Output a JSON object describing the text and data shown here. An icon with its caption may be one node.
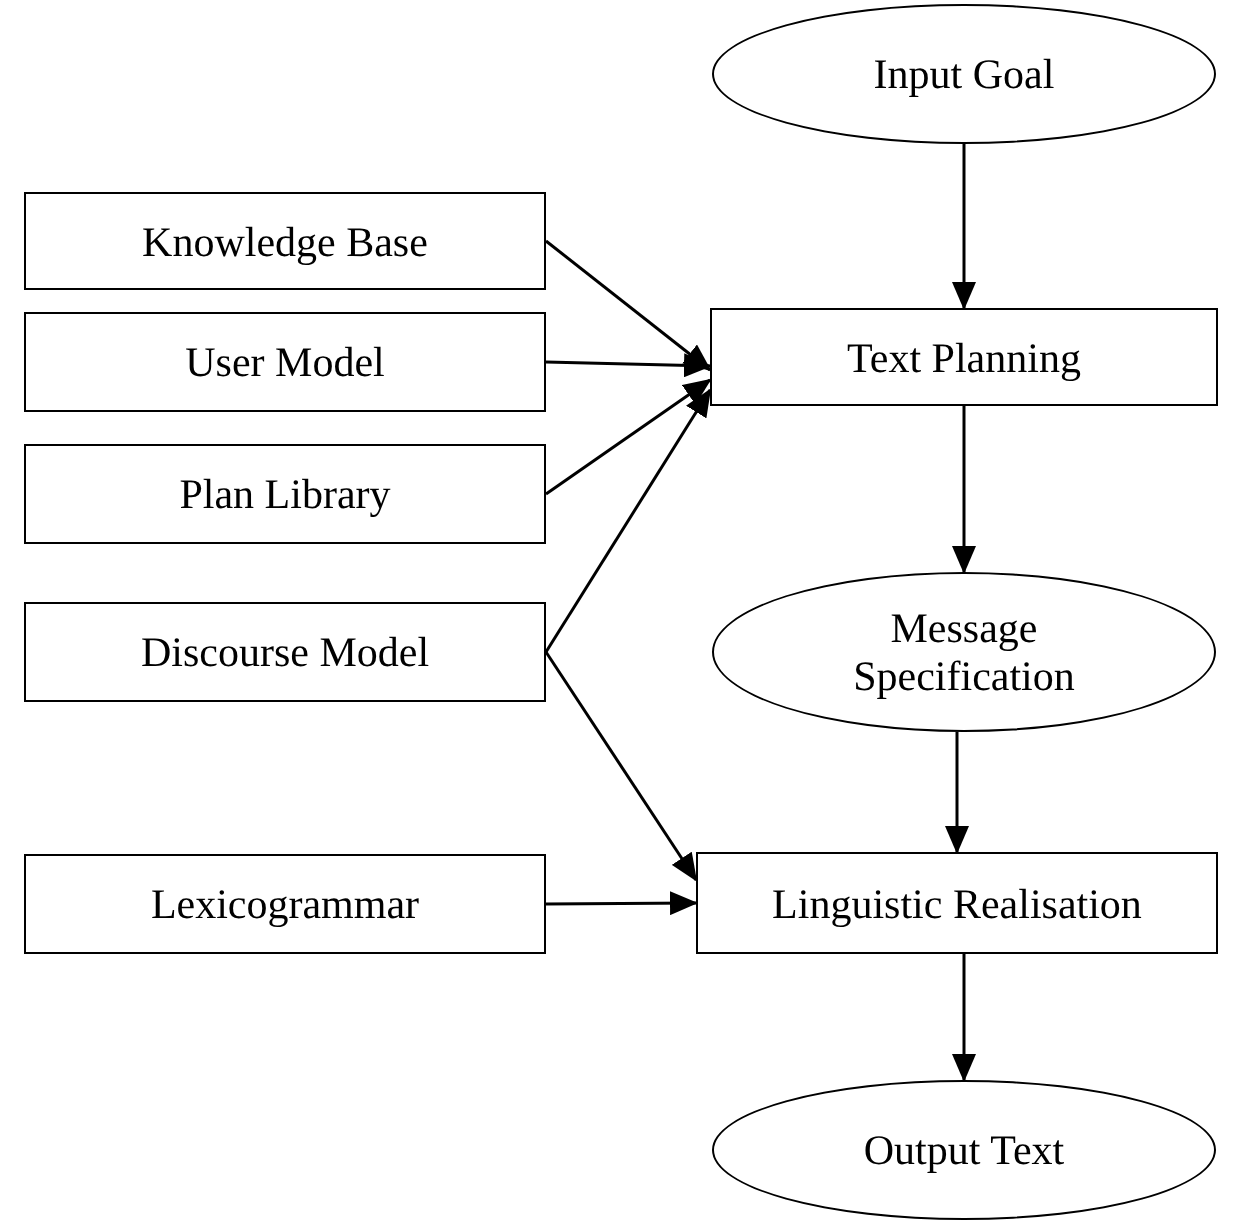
{
  "diagram": {
    "nodes": [
      {
        "text": [
          "Input Goal"
        ]
      },
      {
        "text": [
          "Knowledge Base"
        ]
      },
      {
        "text": [
          "User Model"
        ]
      },
      {
        "text": [
          "Text Planning"
        ]
      },
      {
        "text": [
          "Plan Library"
        ]
      },
      {
        "text": [
          "Message Specification"
        ]
      },
      {
        "text": [
          "Discourse Model"
        ]
      },
      {
        "text": [
          "Lexicogrammar"
        ]
      },
      {
        "text": [
          "Linguistic Realisation"
        ]
      },
      {
        "text": [
          "Output Text"
        ]
      }
    ],
    "edges": [
      {
        "from": 0,
        "to": 3,
        "arrow": "to"
      },
      {
        "from": 1,
        "to": 3,
        "arrow": "to"
      },
      {
        "from": 2,
        "to": 3,
        "arrow": "to"
      },
      {
        "from": 4,
        "to": 3,
        "arrow": "to"
      },
      {
        "from": 6,
        "to": 3,
        "arrow": "to"
      },
      {
        "from": 3,
        "to": 5,
        "arrow": "to"
      },
      {
        "from": 6,
        "to": 8,
        "arrow": "to"
      },
      {
        "from": 7,
        "to": 8,
        "arrow": "to"
      },
      {
        "from": 5,
        "to": 8,
        "arrow": "to"
      },
      {
        "from": 8,
        "to": 9,
        "arrow": "to"
      }
    ]
  }
}
